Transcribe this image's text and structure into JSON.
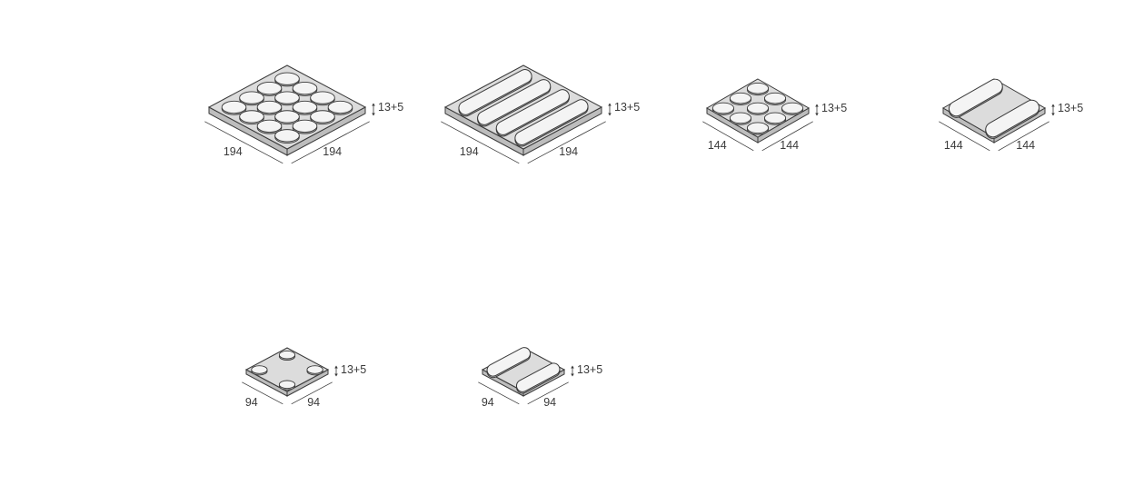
{
  "tiles": [
    {
      "pattern": "dots",
      "count": 16,
      "left_label": "194",
      "right_label": "194",
      "height_label": "13+5"
    },
    {
      "pattern": "bars",
      "count": 4,
      "left_label": "194",
      "right_label": "194",
      "height_label": "13+5"
    },
    {
      "pattern": "dots",
      "count": 9,
      "left_label": "144",
      "right_label": "144",
      "height_label": "13+5"
    },
    {
      "pattern": "bars",
      "count": 2,
      "left_label": "144",
      "right_label": "144",
      "height_label": "13+5"
    },
    {
      "pattern": "dots",
      "count": 4,
      "left_label": "94",
      "right_label": "94",
      "height_label": "13+5"
    },
    {
      "pattern": "bars",
      "count": 2,
      "left_label": "94",
      "right_label": "94",
      "height_label": "13+5"
    }
  ],
  "colors": {
    "stroke": "#3a3a3a",
    "top_face": "#dcdcdc",
    "side_face": "#bdbdbd",
    "bump": "#f4f4f4"
  }
}
